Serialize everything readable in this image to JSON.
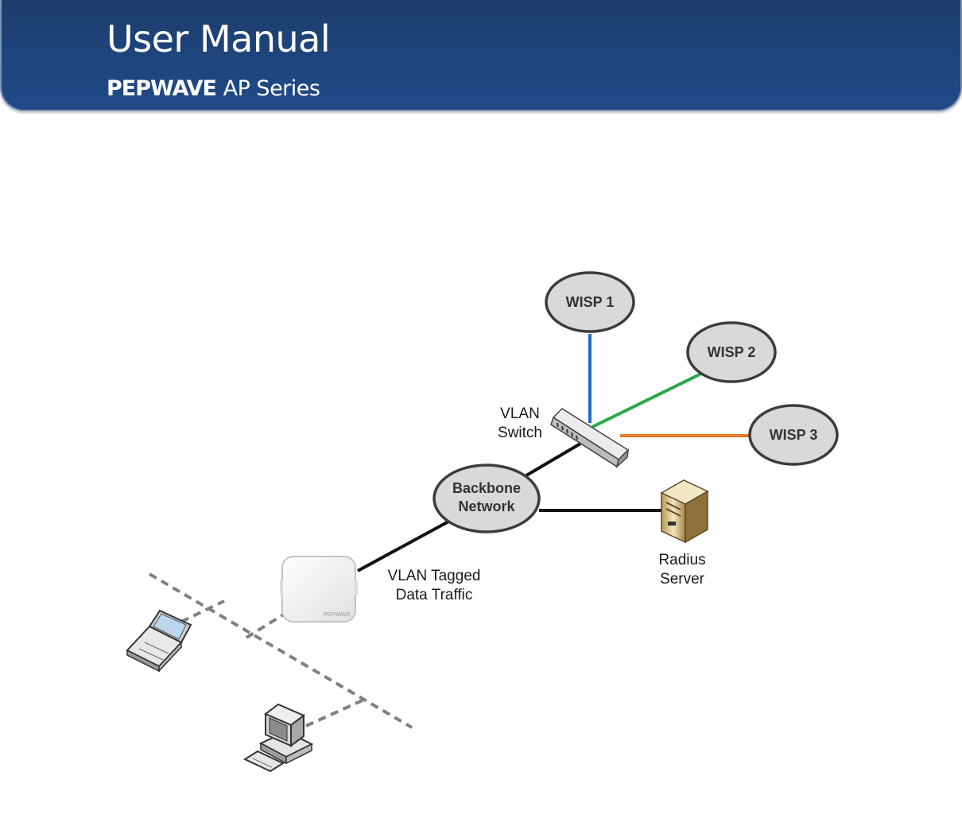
{
  "header": {
    "title": "User Manual",
    "brand": "PEPWAVE",
    "series": "AP Series"
  },
  "diagram": {
    "nodes": {
      "wisp1": "WISP 1",
      "wisp2": "WISP 2",
      "wisp3": "WISP 3",
      "backbone_line1": "Backbone",
      "backbone_line2": "Network"
    },
    "labels": {
      "vlan_switch_line1": "VLAN",
      "vlan_switch_line2": "Switch",
      "radius_line1": "Radius",
      "radius_line2": "Server",
      "tagged_line1": "VLAN Tagged",
      "tagged_line2": "Data Traffic",
      "ap_brand": "PEPWAVE"
    },
    "colors": {
      "wisp1_link": "#1f6fc0",
      "wisp2_link": "#2aa84a",
      "wisp3_link": "#e8782a",
      "wired_link": "#111111",
      "wireless_link": "#808080",
      "node_fill": "#d9d9d9"
    }
  }
}
